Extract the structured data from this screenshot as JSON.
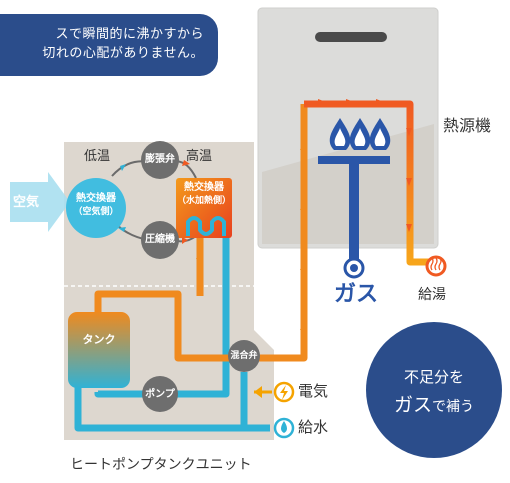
{
  "top_callout": {
    "line1": "スで瞬間的に沸かすから",
    "line2": "切れの心配がありません。"
  },
  "water_heater": {
    "label": "熱源機",
    "gas_label": "ガス",
    "hot_water_label": "給湯"
  },
  "heat_pump": {
    "low_temp": "低温",
    "high_temp": "高温",
    "expansion_valve": "膨張弁",
    "compressor": "圧縮機",
    "air": "空気",
    "air_heat_exchanger": [
      "熱交換器",
      "（空気側）"
    ],
    "water_heat_exchanger": [
      "熱交換器",
      "（水加熱側）"
    ]
  },
  "tank_unit": {
    "tank": "タンク",
    "pump": "ポンプ",
    "mixing_valve": "混合弁",
    "caption": "ヒートポンプタンクユニット"
  },
  "inputs": {
    "electricity": "電気",
    "water_supply": "給水"
  },
  "bubble": {
    "line1": "不足分を",
    "line2_em": "ガス",
    "line2_rest": "で補う"
  },
  "colors": {
    "navy": "#2b4d8b",
    "orange": "#f08a1e",
    "red_orange": "#f05a22",
    "cyan": "#2fb2d6",
    "gas_blue": "#2a56a8",
    "unit_gray": "#ddd7cf",
    "heater_gray": "#dbdbd9"
  }
}
